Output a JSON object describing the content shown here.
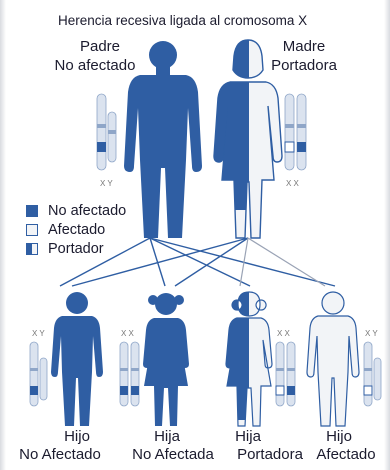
{
  "title": "Herencia recesiva ligada al cromosoma X",
  "colors": {
    "unaffected": "#2f5ea3",
    "affected": "#f2f4f7",
    "outline": "#2f5ea3",
    "line": "#2f5ea3"
  },
  "parents": [
    {
      "role": "Padre",
      "status": "No afectado",
      "chromosomes": "X Y"
    },
    {
      "role": "Madre",
      "status": "Portadora",
      "chromosomes": "X X"
    }
  ],
  "legend": [
    {
      "label": "No afectado",
      "swatch": "solid"
    },
    {
      "label": "Afectado",
      "swatch": "empty"
    },
    {
      "label": "Portador",
      "swatch": "half"
    }
  ],
  "children": [
    {
      "role": "Hijo",
      "status": "No Afectado",
      "chromosomes": "X Y"
    },
    {
      "role": "Hija",
      "status": "No Afectada",
      "chromosomes": "X X"
    },
    {
      "role": "Hija",
      "status": "Portadora",
      "chromosomes": "X X"
    },
    {
      "role": "Hijo",
      "status": "Afectado",
      "chromosomes": "X Y"
    }
  ]
}
